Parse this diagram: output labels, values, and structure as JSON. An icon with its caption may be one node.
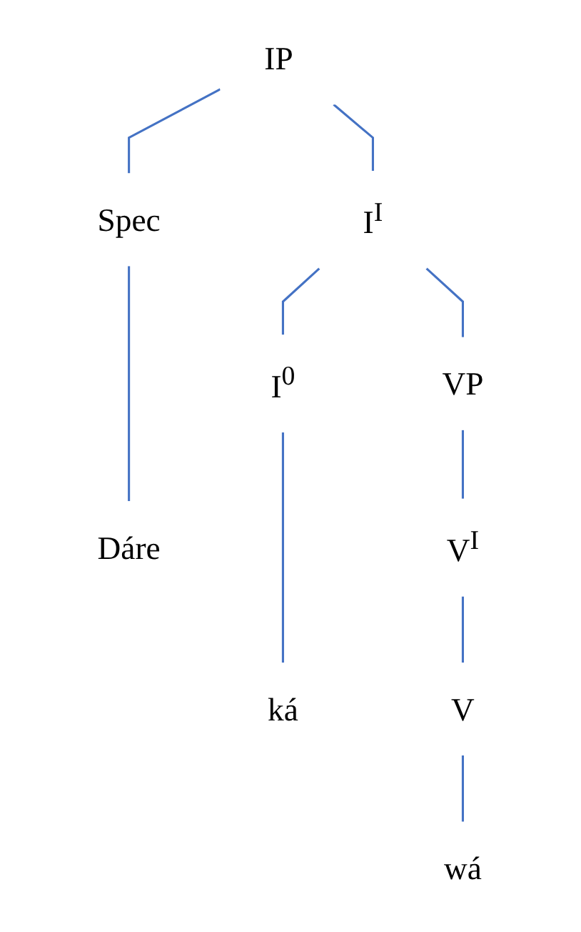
{
  "diagram": {
    "nodes": [
      {
        "text": [
          "IP"
        ]
      },
      {
        "text": [
          "Spec"
        ]
      },
      {
        "text": [
          "I$^{I}$"
        ]
      },
      {
        "text": [
          "I$^{0}$"
        ]
      },
      {
        "text": [
          "VP"
        ]
      },
      {
        "text": [
          "Dáre"
        ]
      },
      {
        "text": [
          "ká"
        ]
      },
      {
        "text": [
          "V$^{I}$"
        ]
      },
      {
        "text": [
          "V"
        ]
      },
      {
        "text": [
          "wá"
        ]
      }
    ],
    "edges": [
      {
        "from": 0,
        "to": 1,
        "arrow": "none"
      },
      {
        "from": 0,
        "to": 2,
        "arrow": "none"
      },
      {
        "from": 1,
        "to": 5,
        "arrow": "none"
      },
      {
        "from": 2,
        "to": 3,
        "arrow": "none"
      },
      {
        "from": 2,
        "to": 4,
        "arrow": "none"
      },
      {
        "from": 3,
        "to": 6,
        "arrow": "none"
      },
      {
        "from": 4,
        "to": 7,
        "arrow": "none"
      },
      {
        "from": 7,
        "to": 8,
        "arrow": "none"
      },
      {
        "from": 8,
        "to": 9,
        "arrow": "none"
      }
    ]
  }
}
